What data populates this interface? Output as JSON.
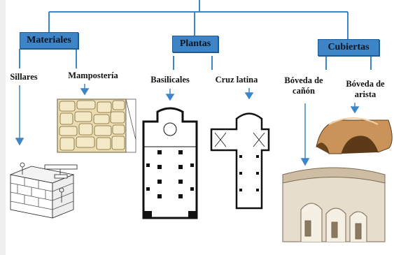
{
  "categories": {
    "materiales": "Materiales",
    "plantas": "Plantas",
    "cubiertas": "Cubiertas"
  },
  "items": {
    "sillares": "Sillares",
    "mamposteria": "Mampostería",
    "basilicales": "Basilicales",
    "cruz_latina": "Cruz latina",
    "boveda_canon_line1": "Bóveda de",
    "boveda_canon_line2": "cañón",
    "boveda_arista_line1": "Bóveda de",
    "boveda_arista_line2": "arista"
  },
  "colors": {
    "box_fill": "#3d85c6",
    "connector": "#3d85c6",
    "arrow": "#3d85c6"
  }
}
